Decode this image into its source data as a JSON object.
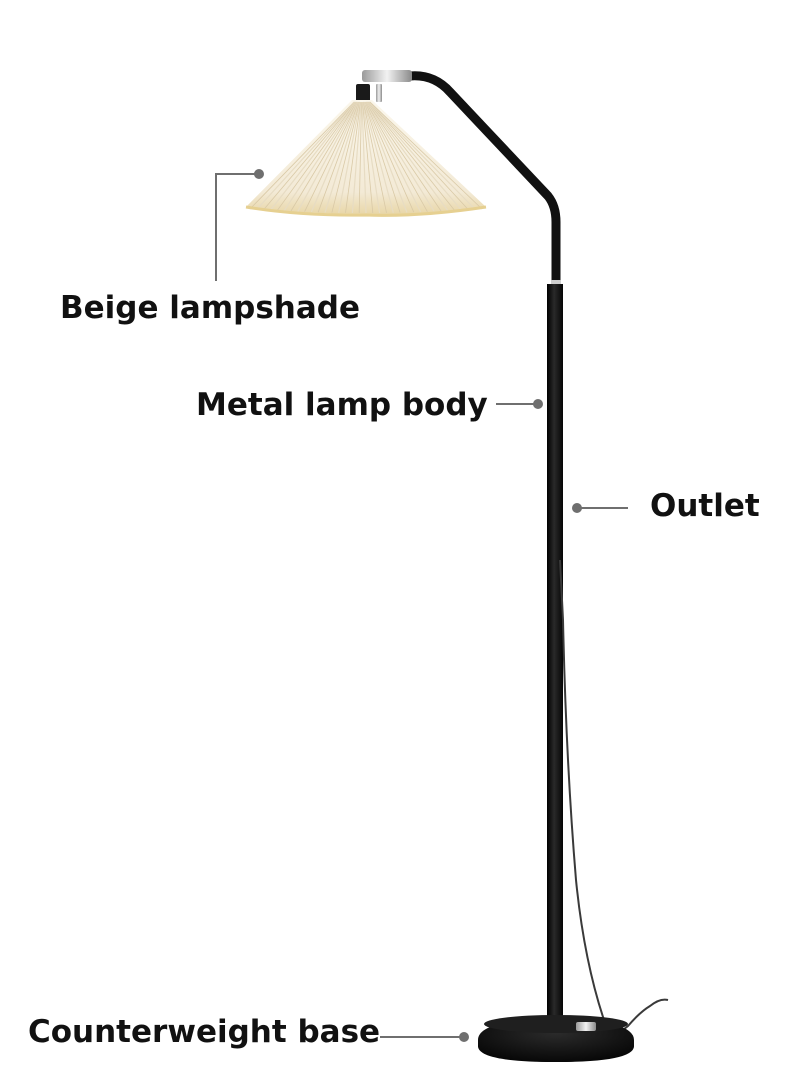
{
  "callouts": {
    "lampshade": "Beige lampshade",
    "body": "Metal lamp body",
    "outlet": "Outlet",
    "base": "Counterweight base"
  },
  "colors": {
    "shade": "#f6efdf",
    "shade_pleat": "#e4d7bb",
    "shade_rim": "#e9d49a",
    "metal": "#111111",
    "leader": "#6f6f6f",
    "text": "#111111",
    "chrome": "#d4d4d4"
  }
}
